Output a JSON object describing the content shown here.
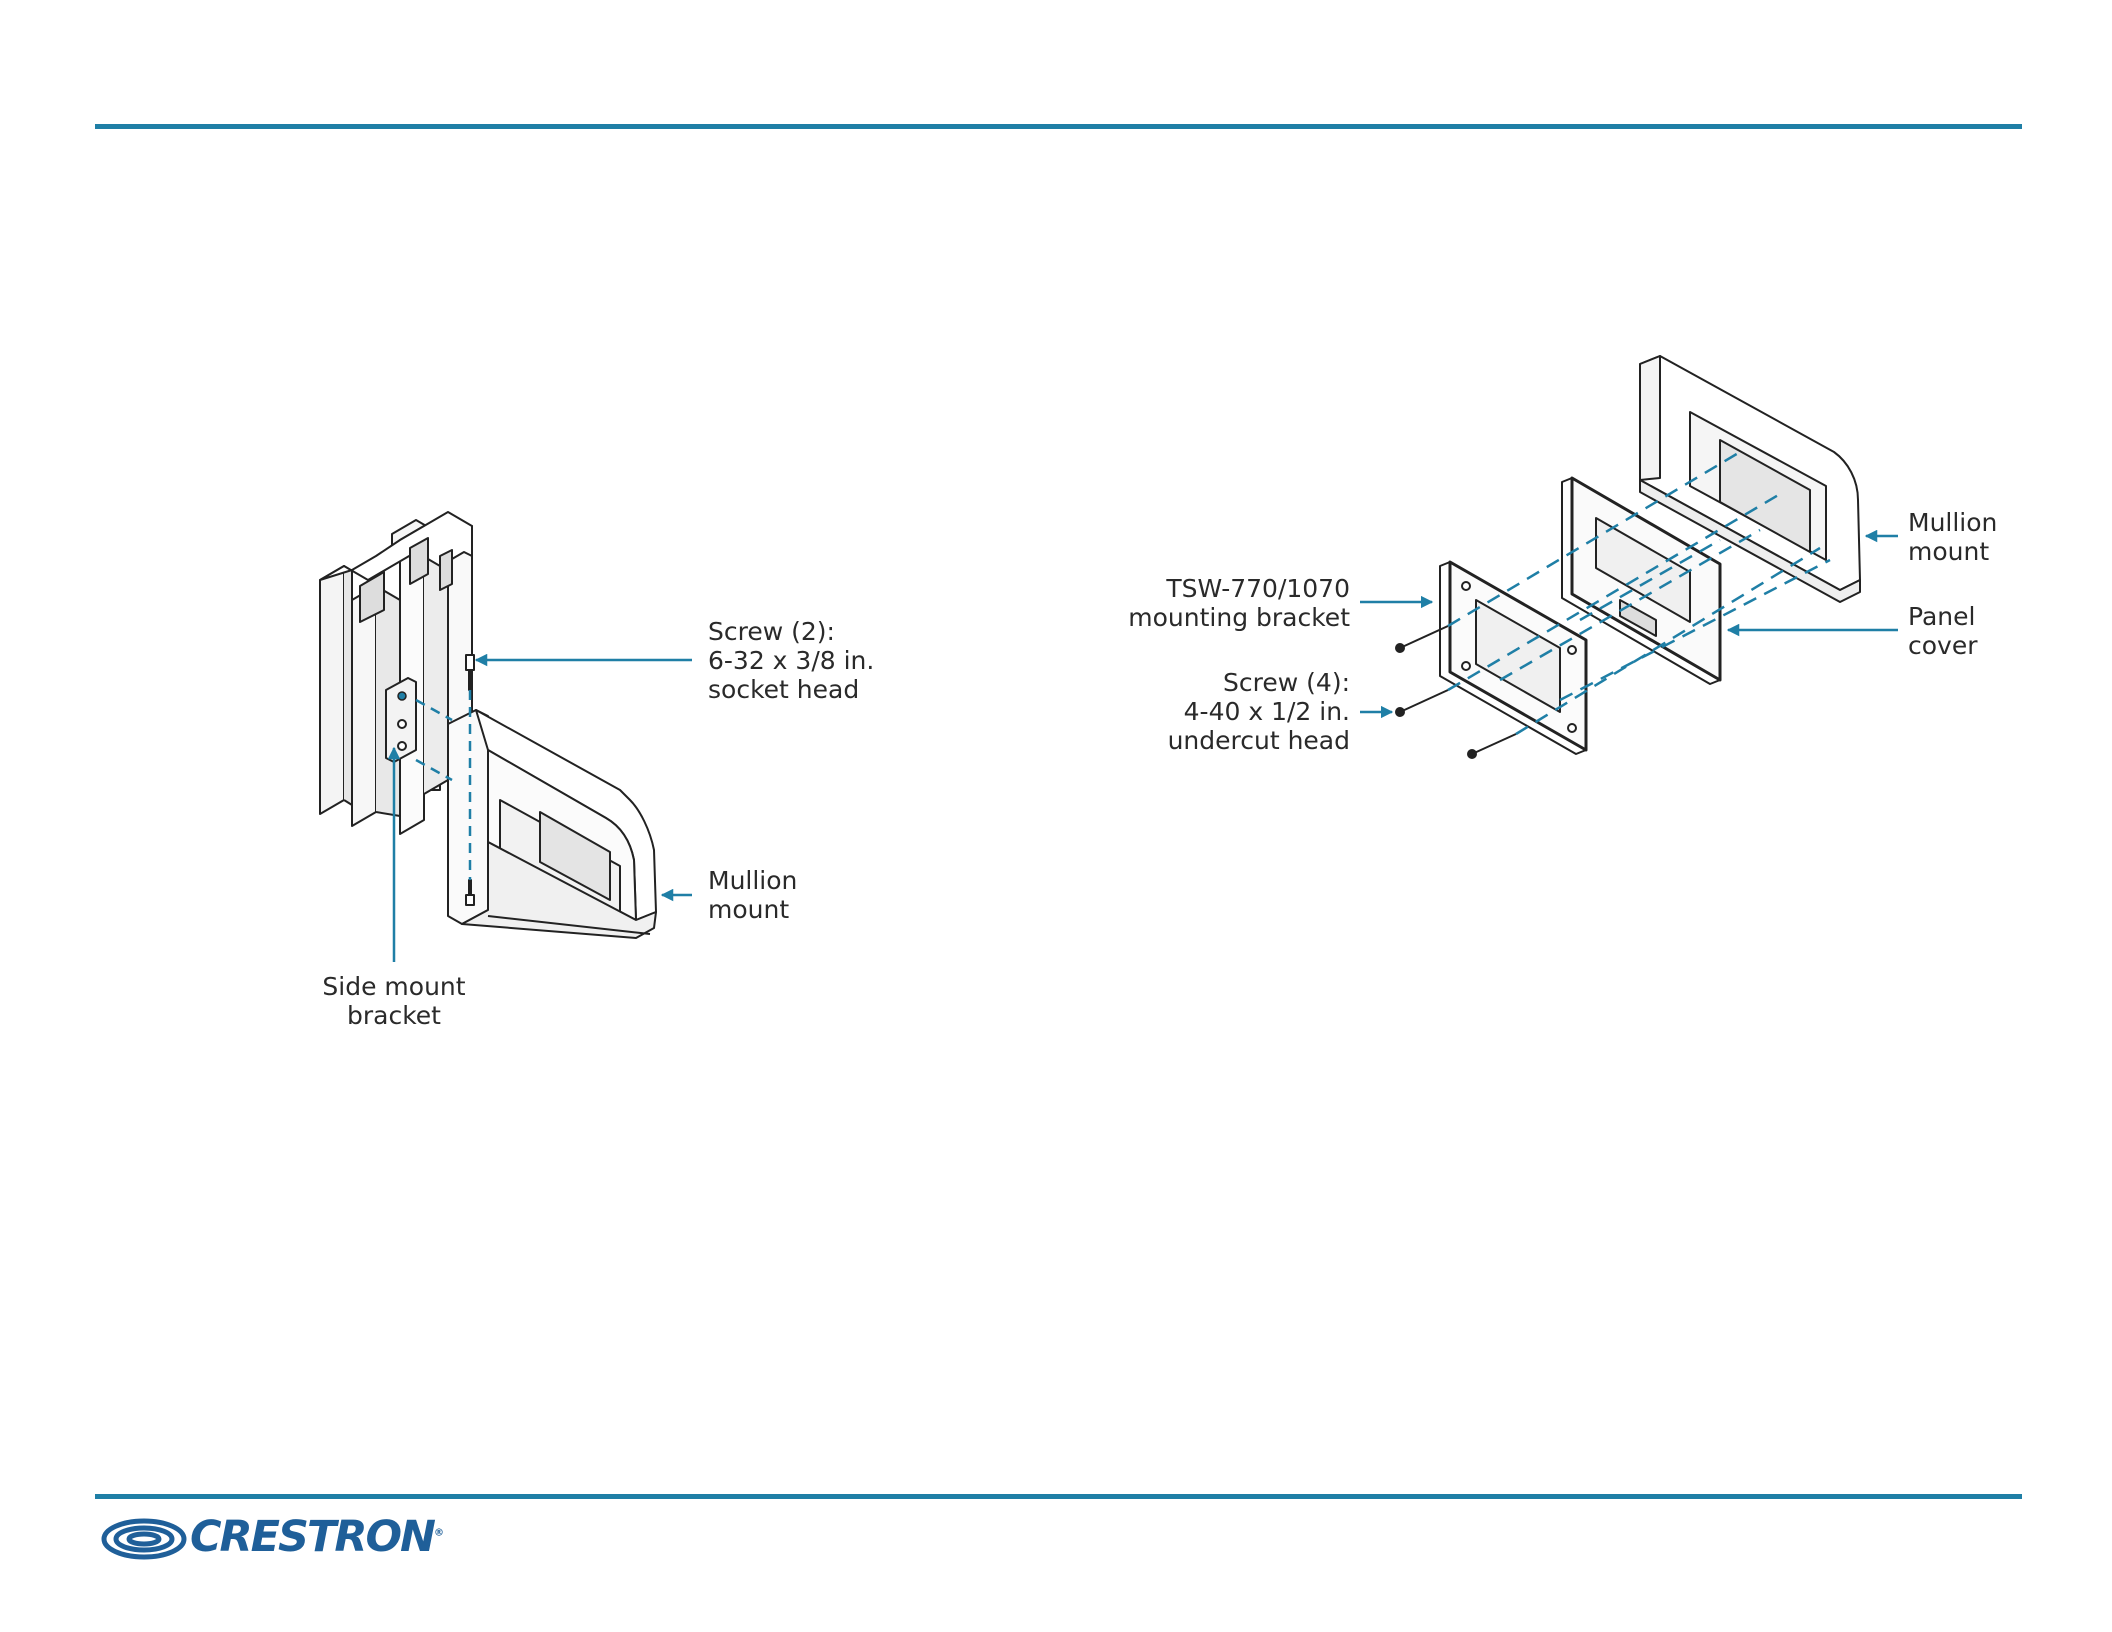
{
  "labels": {
    "screw_2": [
      "Screw (2):",
      "6-32 x 3/8 in.",
      "socket head"
    ],
    "mullion_mount_left": [
      "Mullion",
      "mount"
    ],
    "side_mount_bracket": [
      "Side mount",
      "bracket"
    ],
    "tsw_bracket": [
      "TSW-770/1070",
      "mounting bracket"
    ],
    "screw_4": [
      "Screw (4):",
      "4-40 x 1/2 in.",
      "undercut head"
    ],
    "mullion_mount_right": [
      "Mullion",
      "mount"
    ],
    "panel_cover": [
      "Panel",
      "cover"
    ]
  },
  "footer": {
    "brand": "CRESTRON",
    "trademark": "®"
  },
  "colors": {
    "accent": "#1f7fa6",
    "logo": "#1f5f99",
    "line": "#222222"
  }
}
